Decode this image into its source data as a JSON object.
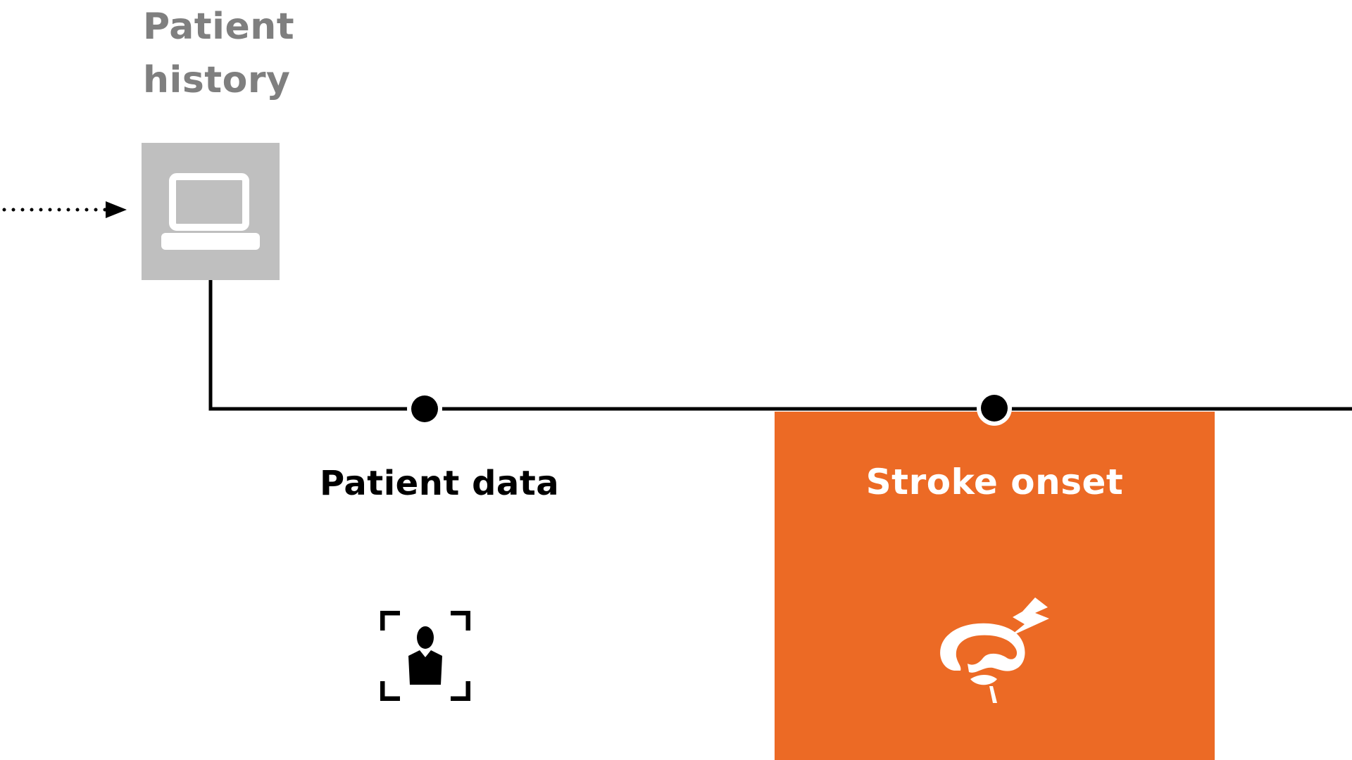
{
  "diagram": {
    "patient_history": {
      "label": "Patient history",
      "icon": "laptop-icon"
    },
    "patient_data": {
      "label": "Patient data",
      "icon": "patient-id-icon"
    },
    "stroke_onset": {
      "label": "Stroke onset",
      "icon": "brain-lightning-icon"
    },
    "colors": {
      "history_box": "#bfbfbf",
      "history_text": "#7f7f7f",
      "stroke_panel": "#ec6a25",
      "line": "#000000",
      "stroke_text": "#ffffff"
    }
  }
}
